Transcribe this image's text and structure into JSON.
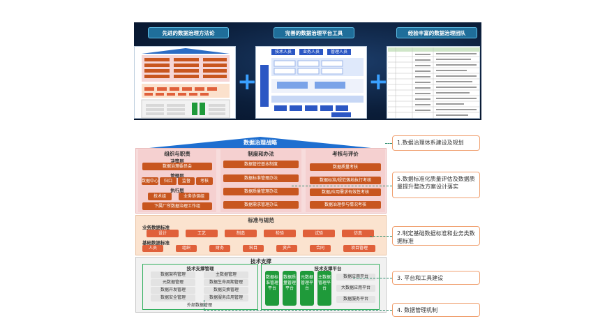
{
  "banner": {
    "titles": [
      "先进的数据治理方法论",
      "完善的数据治理平台工具",
      "经验丰富的数据治理团队"
    ],
    "thumb2_roles": [
      "技术人员",
      "业务人员",
      "管理人员"
    ]
  },
  "diagram": {
    "roof": "数据治理战略",
    "org": {
      "title": "组织与职责",
      "decision_label": "决策层",
      "decision": "数据治理委员会",
      "mgmt_label": "管理层",
      "mgmt": [
        "数据中心",
        "归口",
        "监督",
        "考核"
      ],
      "exec_label": "执行层",
      "exec": [
        "技术组",
        "业务协调组"
      ],
      "exec_bottom": "下属厂所数据治理工作组"
    },
    "policy": {
      "title": "制度和办法",
      "items": [
        "数据管控基本制度",
        "数据标准管理办法",
        "数据质量管理办法",
        "数据需求管理办法"
      ]
    },
    "assess": {
      "title": "考核与评价",
      "items": [
        "数据质量考核",
        "数据标准/规范落地执行考核",
        "数据/应用需求有效性考核",
        "数据治理参与情况考核"
      ]
    },
    "standards": {
      "title": "标准与规范",
      "business_label": "业务数据标准",
      "business": [
        "设计",
        "工艺",
        "制造",
        "检验",
        "试验",
        "仿真"
      ],
      "base_label": "基础数据标准",
      "base": [
        "人员",
        "组织",
        "财务",
        "科目",
        "资产",
        "合同",
        "项目管理"
      ]
    },
    "tech": {
      "title": "技术支撑",
      "mgmt_title": "技术支撑管理",
      "mgmt_left": [
        "数据架构管理",
        "元数据管理",
        "数据开发管理",
        "数据安全管理"
      ],
      "mgmt_right": [
        "主数据管理",
        "数据生命周期管理",
        "数据交换管理",
        "数据服务应用管理"
      ],
      "mgmt_bottom": "外部数据管理",
      "platform_title": "技术支撑平台",
      "platforms": [
        "数据标准管理平台",
        "数据质量管理平台",
        "元数据管理平台",
        "主数据管理平台"
      ],
      "apps": [
        "数据应用平台",
        "大数据应用平台",
        "数据服务平台"
      ]
    }
  },
  "callouts": [
    "1.数据治理体系建设及规划",
    "5.数据标准化质量评估及数据质量提升整改方案设计落实",
    "2.制定基础数据标准和业务类数据标准",
    "3. 平台和工具建设",
    "4. 数据管理机制"
  ],
  "colors": {
    "banner_bg": "#0b1e3a",
    "orange": "#c8561f",
    "red": "#e0603a",
    "green": "#1f9a3a",
    "roof": "#1f6fd0"
  }
}
